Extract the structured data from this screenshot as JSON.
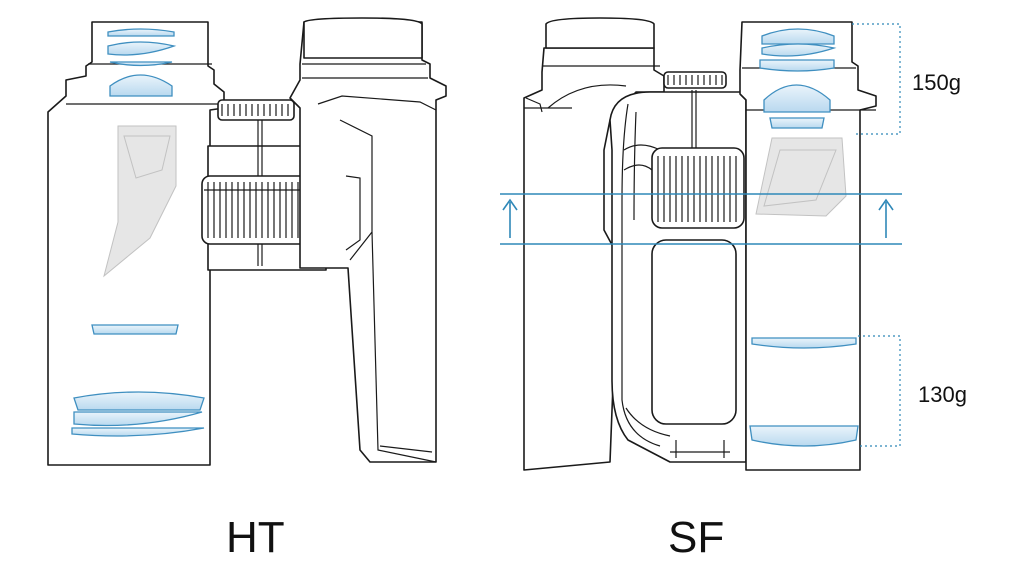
{
  "diagram": {
    "models": [
      {
        "id": "ht",
        "label": "HT"
      },
      {
        "id": "sf",
        "label": "SF"
      }
    ],
    "weights": [
      {
        "id": "upper",
        "text": "150g"
      },
      {
        "id": "lower",
        "text": "130g"
      }
    ],
    "arrow_icon": "up-arrow-icon",
    "colors": {
      "lens_fill": "#d5e9f6",
      "lens_stroke": "#3f8fc0",
      "prism": "#e6e6e6",
      "annotation": "#2f88b8",
      "outline": "#1a1a1a"
    }
  }
}
